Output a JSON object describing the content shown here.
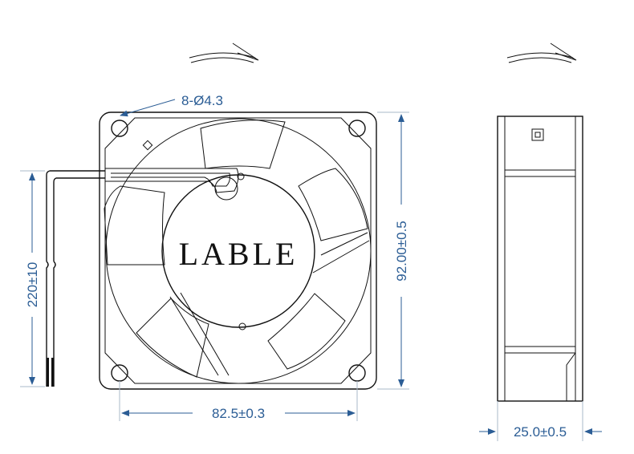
{
  "front_view": {
    "label": "LABLE",
    "hole_spec": "8-Ø4.3",
    "width_dim": "82.5±0.3",
    "height_dim": "92.00±0.5",
    "cable_dim": "220±10"
  },
  "side_view": {
    "depth_dim": "25.0±0.5"
  },
  "colors": {
    "dimension": "#2b5d95",
    "outline": "#111111"
  }
}
